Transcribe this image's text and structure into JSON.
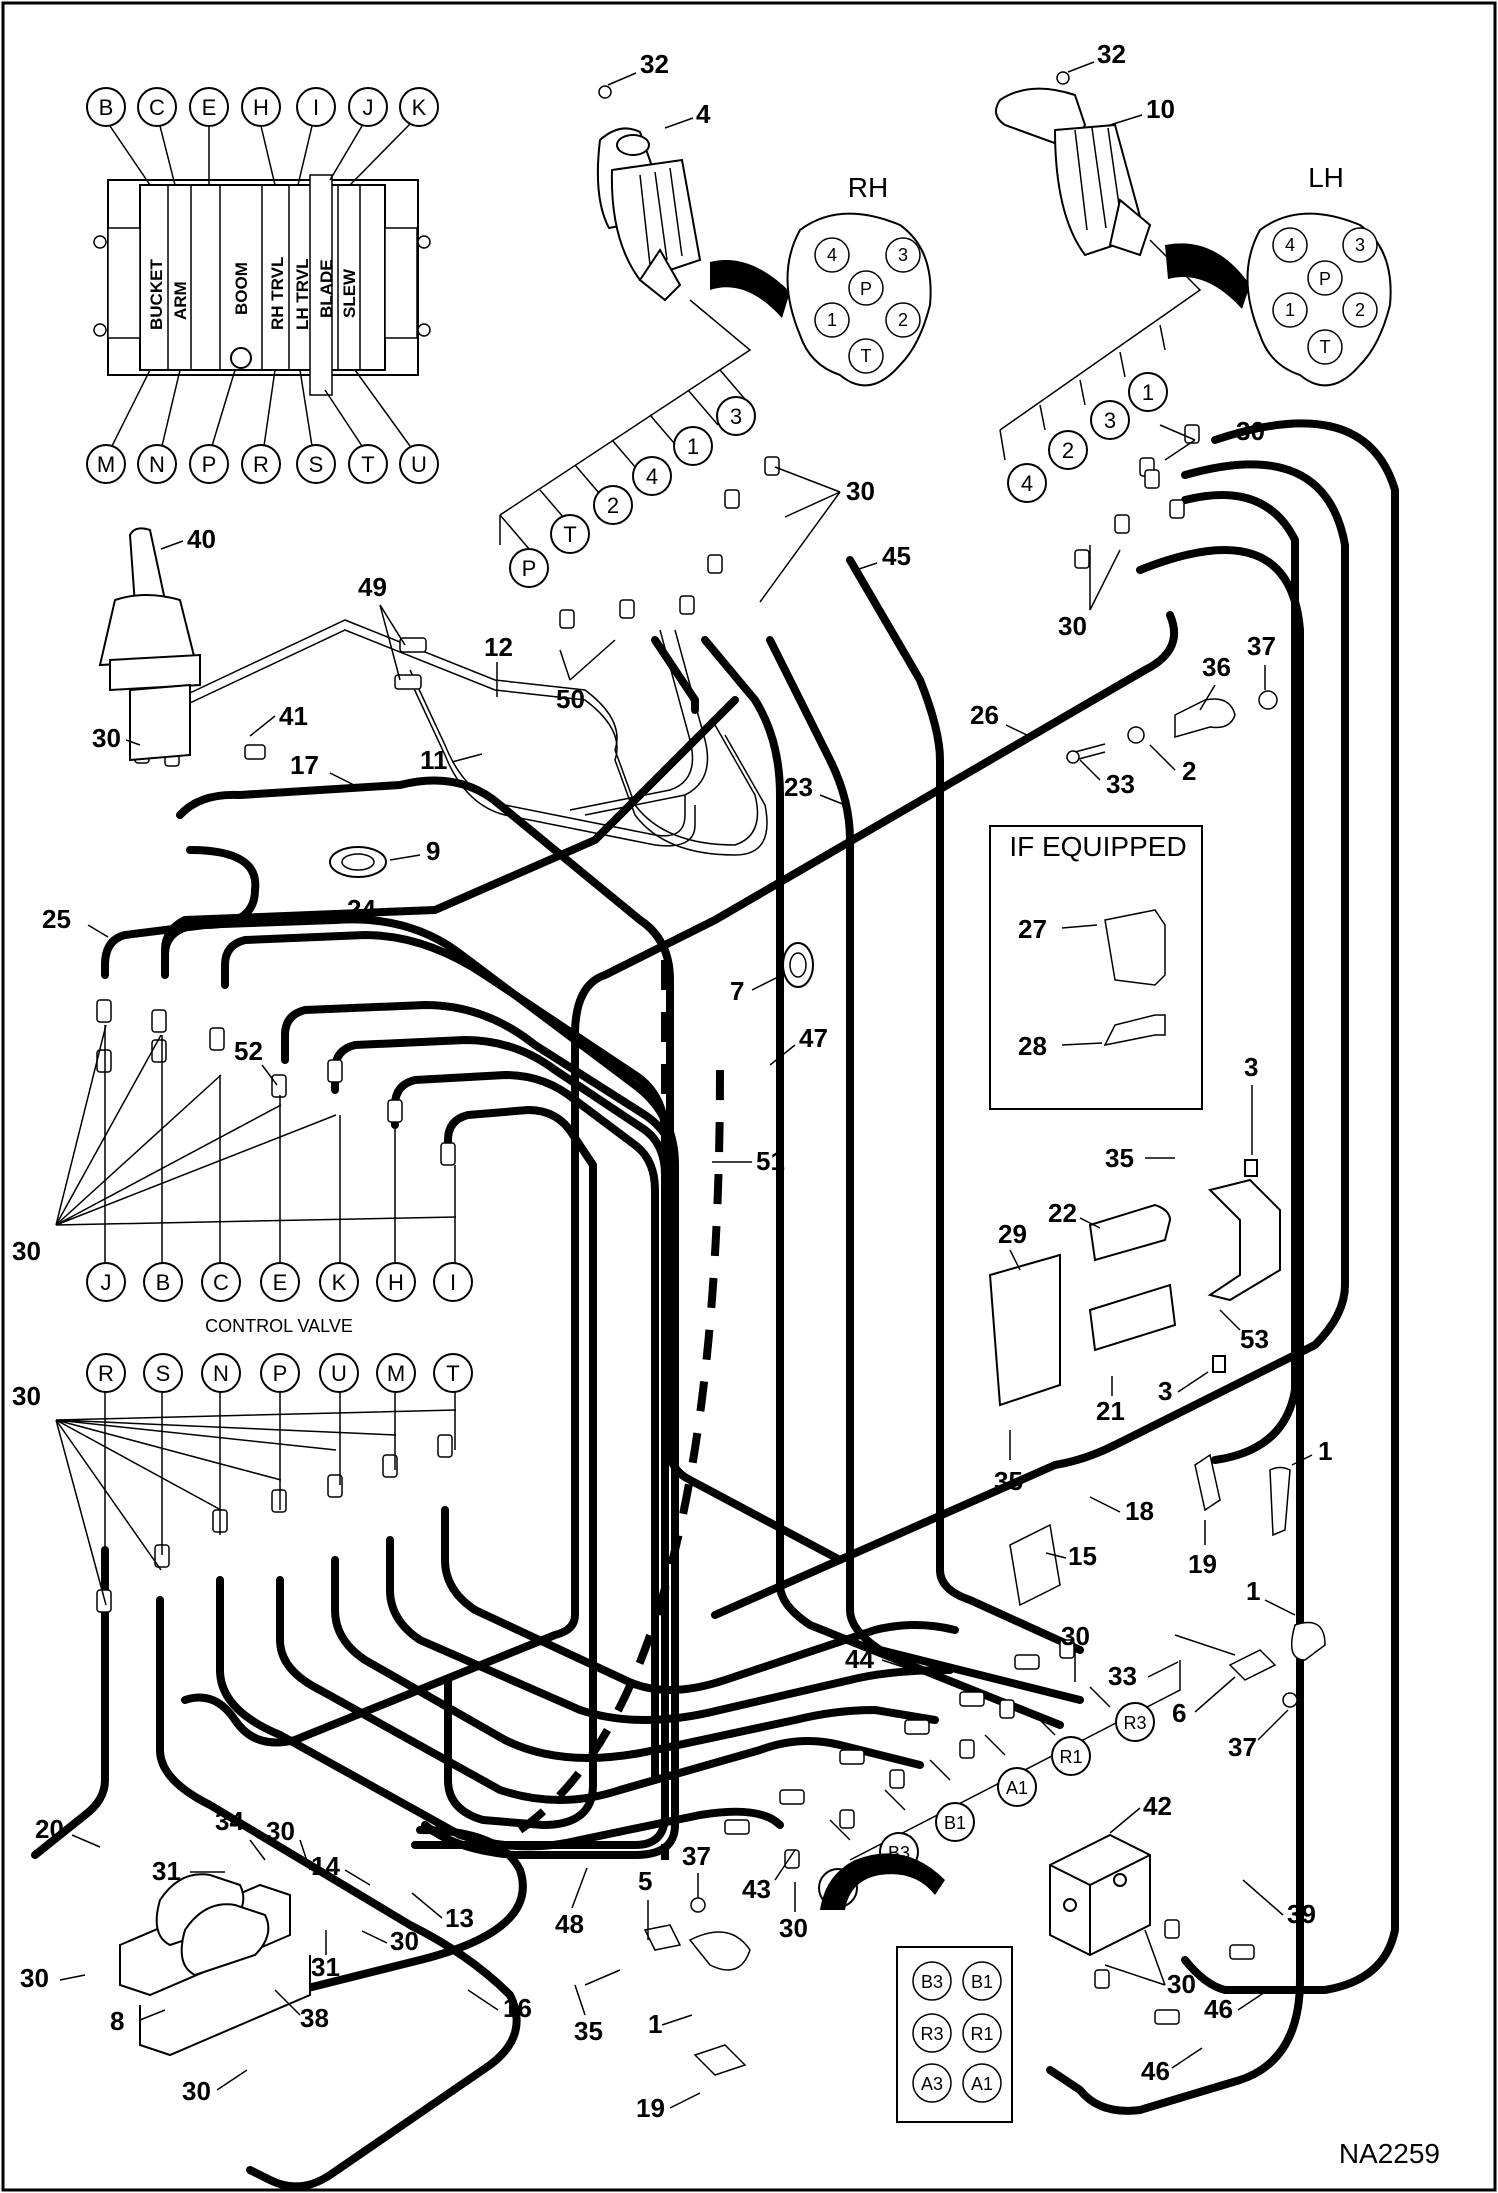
{
  "diagram_id": "NA2259",
  "valve_top_ports": [
    "B",
    "C",
    "E",
    "H",
    "I",
    "J",
    "K"
  ],
  "valve_bottom_ports": [
    "M",
    "N",
    "P",
    "R",
    "S",
    "T",
    "U"
  ],
  "spool_labels": [
    "BUCKET",
    "ARM",
    "BOOM",
    "RH TRVL",
    "LH TRVL",
    "BLADE",
    "SLEW"
  ],
  "rh_label": "RH",
  "lh_label": "LH",
  "pilot_ports": [
    "4",
    "3",
    "P",
    "1",
    "2",
    "T"
  ],
  "rh_hose_ports": [
    "P",
    "T",
    "2",
    "4",
    "1",
    "3"
  ],
  "lh_hose_ports": [
    "4",
    "2",
    "3",
    "1"
  ],
  "control_valve_label": "CONTROL VALVE",
  "control_valve_upper": [
    "J",
    "B",
    "C",
    "E",
    "K",
    "H",
    "I"
  ],
  "control_valve_lower": [
    "R",
    "S",
    "N",
    "P",
    "U",
    "M",
    "T"
  ],
  "if_equipped_label": "IF EQUIPPED",
  "manifold_ports": [
    "R3",
    "R1",
    "A1",
    "B1",
    "B3",
    "A3"
  ],
  "manifold_legend": [
    "B3",
    "B1",
    "R3",
    "R1",
    "A3",
    "A1"
  ],
  "callouts": {
    "c32a": "32",
    "c4": "4",
    "c32b": "32",
    "c10": "10",
    "c30a": "30",
    "c30b": "30",
    "c45": "45",
    "c30c": "30",
    "c40": "40",
    "c49": "49",
    "c12": "12",
    "c50": "50",
    "c41": "41",
    "c30d": "30",
    "c17": "17",
    "c11": "11",
    "c26": "26",
    "c36": "36",
    "c37a": "37",
    "c2": "2",
    "c33a": "33",
    "c23": "23",
    "c9": "9",
    "c24": "24",
    "c25": "25",
    "c27": "27",
    "c28": "28",
    "c7": "7",
    "c47": "47",
    "c52": "52",
    "c51": "51",
    "c3a": "3",
    "c35a": "35",
    "c22": "22",
    "c29": "29",
    "c30e": "30",
    "c53": "53",
    "c21": "21",
    "c3b": "3",
    "c30f": "30",
    "c35b": "35",
    "c18": "18",
    "c1a": "1",
    "c19a": "19",
    "c15": "15",
    "c1b": "1",
    "c30g": "30",
    "c33b": "33",
    "c6": "6",
    "c37b": "37",
    "c44": "44",
    "c42": "42",
    "c20": "20",
    "c34": "34",
    "c30h": "30",
    "c14": "14",
    "c31a": "31",
    "c13": "13",
    "c30i": "30",
    "c31b": "31",
    "c48": "48",
    "c5": "5",
    "c37c": "37",
    "c43": "43",
    "c30j": "30",
    "c39": "39",
    "c30k": "30",
    "c8": "8",
    "c38": "38",
    "c16": "16",
    "c30l": "30",
    "c35c": "35",
    "c1c": "1",
    "c46a": "46",
    "c46b": "46",
    "c30m": "30",
    "c19b": "19"
  }
}
